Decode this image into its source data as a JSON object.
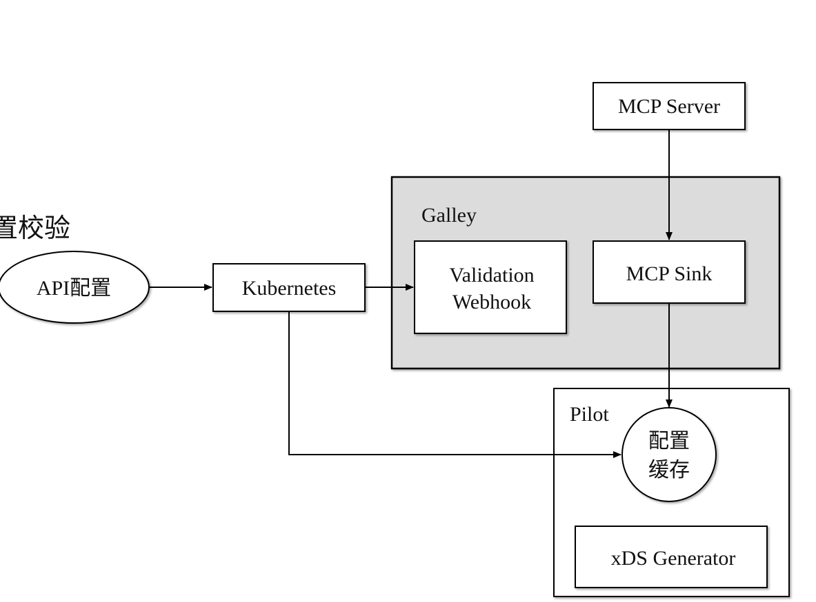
{
  "side_label": "置校验",
  "nodes": {
    "api_config": "API配置",
    "kubernetes": "Kubernetes",
    "galley": "Galley",
    "validation_line1": "Validation",
    "validation_line2": "Webhook",
    "mcp_server": "MCP Server",
    "mcp_sink": "MCP Sink",
    "pilot": "Pilot",
    "config_cache_line1": "配置",
    "config_cache_line2": "缓存",
    "xds_generator": "xDS Generator"
  },
  "colors": {
    "stroke": "#000000",
    "galley_fill": "#dcdcdc",
    "box_fill": "#ffffff"
  }
}
